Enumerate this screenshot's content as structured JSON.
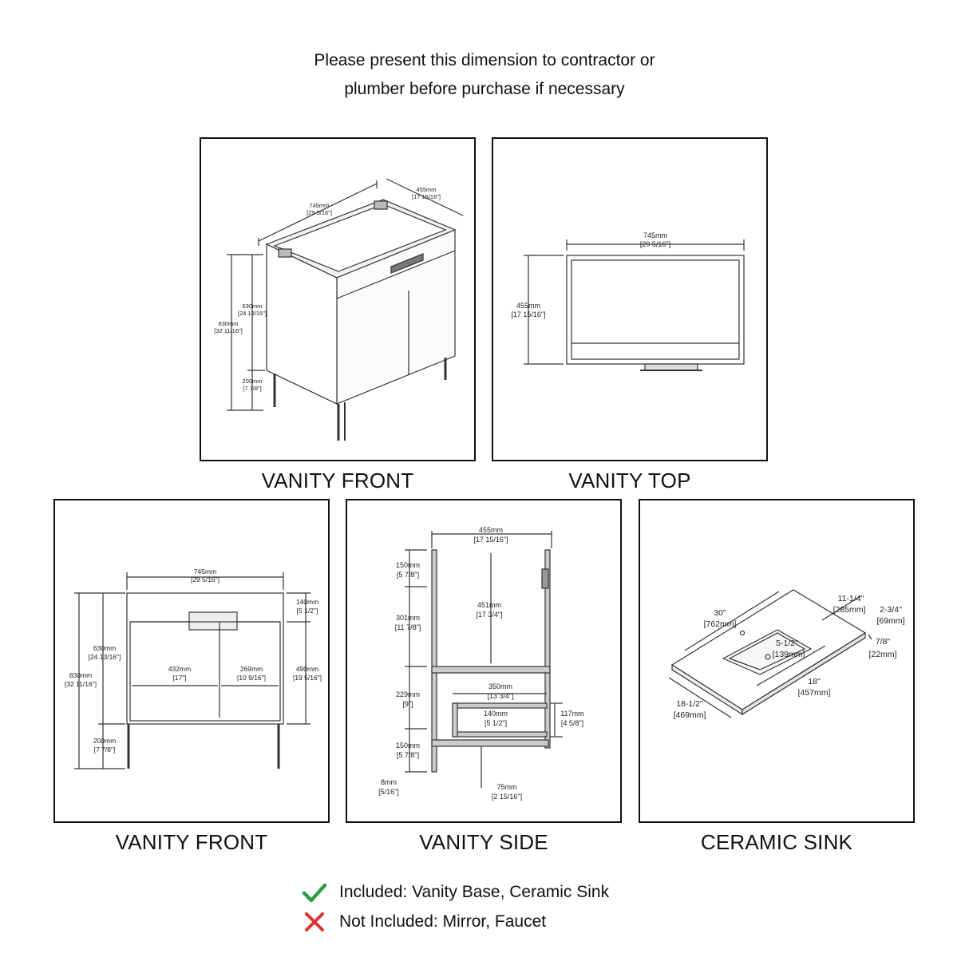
{
  "header": {
    "line1": "Please present this dimension to contractor or",
    "line2": "plumber before purchase if necessary"
  },
  "panels": {
    "front_iso": {
      "caption": "VANITY FRONT",
      "width_mm": "745mm",
      "width_in": "[29 5/16\"]",
      "depth_mm": "455mm",
      "depth_in": "[17 15/16\"]",
      "cab_mm": "630mm",
      "cab_in": "[24 13/16\"]",
      "total_mm": "830mm",
      "total_in": "[32 11/16\"]",
      "leg_mm": "200mm",
      "leg_in": "[7 7/8\"]"
    },
    "top": {
      "caption": "VANITY TOP",
      "width_mm": "745mm",
      "width_in": "[29 5/16\"]",
      "depth_mm": "455mm",
      "depth_in": "[17 15/16\"]"
    },
    "front": {
      "caption": "VANITY FRONT",
      "width_mm": "745mm",
      "width_in": "[29 5/16\"]",
      "drawer_mm": "140mm",
      "drawer_in": "[5 1/2\"]",
      "cab_mm": "630mm",
      "cab_in": "[24 13/16\"]",
      "total_mm": "830mm",
      "total_in": "[32 11/16\"]",
      "door_l_mm": "432mm",
      "door_l_in": "[17\"]",
      "door_r_mm": "269mm",
      "door_r_in": "[10 9/16\"]",
      "door_h_mm": "490mm",
      "door_h_in": "[19 5/16\"]",
      "leg_mm": "200mm",
      "leg_in": "[7 7/8\"]"
    },
    "side": {
      "caption": "VANITY SIDE",
      "depth_mm": "455mm",
      "depth_in": "[17 15/16\"]",
      "top_mm": "150mm",
      "top_in": "[5 7/8\"]",
      "upper_mm": "301mm",
      "upper_in": "[11 7/8\"]",
      "inner_mm": "451mm",
      "inner_in": "[17 3/4\"]",
      "lower_mm": "229mm",
      "lower_in": "[9\"]",
      "shelf_w_mm": "350mm",
      "shelf_w_in": "[13 3/4\"]",
      "shelf_h_mm": "140mm",
      "shelf_h_in": "[5 1/2\"]",
      "notch_mm": "117mm",
      "notch_in": "[4 5/8\"]",
      "bottom_mm": "150mm",
      "bottom_in": "[5 7/8\"]",
      "thick_mm": "8mm",
      "thick_in": "[5/16\"]",
      "back_mm": "75mm",
      "back_in": "[2 15/16\"]"
    },
    "sink": {
      "caption": "CERAMIC SINK",
      "length_in": "30\"",
      "length_mm": "[762mm]",
      "bowl_w_in": "11-1/4\"",
      "bowl_w_mm": "[285mm]",
      "edge_in": "2-3/4\"",
      "edge_mm": "[69mm]",
      "thick_in": "7/8\"",
      "thick_mm": "[22mm]",
      "drain_in": "5-1/2\"",
      "drain_mm": "[139mm]",
      "bowl_l_in": "18\"",
      "bowl_l_mm": "[457mm]",
      "depth_in": "18-1/2\"",
      "depth_mm": "[469mm]"
    }
  },
  "legend": {
    "included": "Included: Vanity Base, Ceramic Sink",
    "not_included": "Not Included: Mirror, Faucet",
    "included_color": "#2e9e45",
    "not_included_color": "#e03434"
  }
}
